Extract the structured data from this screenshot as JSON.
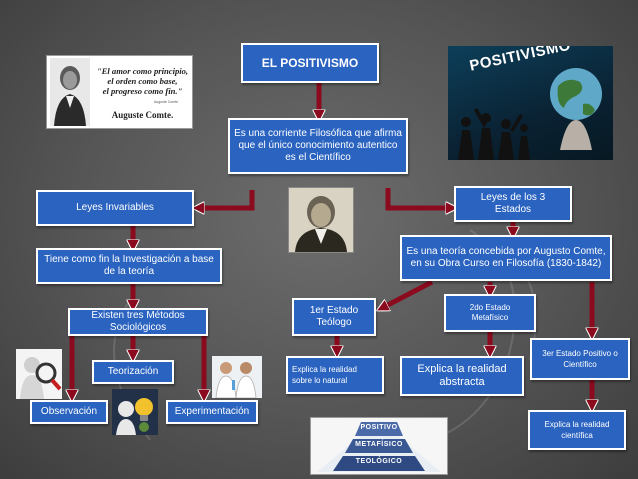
{
  "title": "EL POSITIVISMO",
  "definition": "Es una corriente Filosófica que afirma que el único conocimiento autentico  es el Científico",
  "leyes_invariables": "Leyes Invariables",
  "leyes_tres": "Leyes de los 3 Estados",
  "tiene_como_fin": "Tiene como fin  la Investigación a  base de la teoría",
  "teoria_concebida": "Es una teoría concebida por Augusto Comte, en su Obra Curso en Filosofía (1830-1842)",
  "tres_metodos": "Existen tres Métodos Sociológicos",
  "teorizacion": "Teorización",
  "observacion": "Observación",
  "experimentacion": "Experimentación",
  "estado1": "1er Estado Teólogo",
  "estado2": "2do Estado Metafísico",
  "estado3": "3er Estado Positivo o Científico",
  "explica1": "Explica la realidad sobre lo natural",
  "explica2": "Explica la realidad abstracta",
  "explica3": "Explica la realidad científica",
  "quote": {
    "line1": "\"El amor como principio,",
    "line2": "el orden como base,",
    "line3": "el progreso como fin.\"",
    "source": "Auguste Comte",
    "author": "Auguste Comte."
  },
  "positivismo_logo": "POSITIVISMO",
  "pyramid": {
    "top": "POSITIVO",
    "middle": "METAFÍSICO",
    "bottom": "TEOLÓGICO"
  },
  "colors": {
    "box": "#2a63c0",
    "arrow": "#8b0a1e",
    "background": "#5e5e5e"
  }
}
